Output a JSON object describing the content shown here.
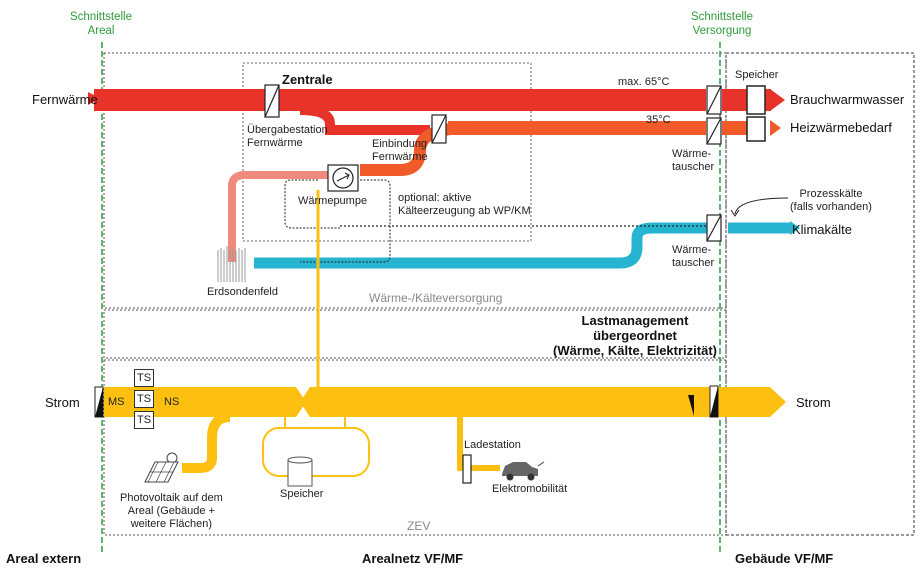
{
  "interfaces": {
    "areal": "Schnittstelle\nAreal",
    "versorgung": "Schnittstelle\nVersorgung"
  },
  "zones": {
    "areal_extern": "Areal extern",
    "arealnetz": "Arealnetz VF/MF",
    "gebaeude": "Gebäude VF/MF"
  },
  "heat": {
    "fernwaerme": "Fernwärme",
    "zentrale": "Zentrale",
    "uebergabestation": "Übergabestation\nFernwärme",
    "einbindung": "Einbindung\nFernwärme",
    "waermepumpe": "Wärmepumpe",
    "optional_note": "optional: aktive\nKälteerzeugung ab WP/KM",
    "erdsondenfeld": "Erdsondenfeld",
    "section_label": "Wärme-/Kälteversorgung",
    "temp_max": "max. 65°C",
    "temp_35": "35°C",
    "waermetauscher_1": "Wärme-\ntauscher",
    "waermetauscher_2": "Wärme-\ntauscher",
    "speicher": "Speicher",
    "brauchwarmwasser": "Brauchwarmwasser",
    "heizwaermebedarf": "Heizwärmebedarf",
    "prozesskaelte": "Prozesskälte\n(falls vorhanden)",
    "klimakaelte": "Klimakälte"
  },
  "lastmanagement": "Lastmanagement\nübergeordnet\n(Wärme, Kälte, Elektrizität)",
  "power": {
    "strom_in": "Strom",
    "ms": "MS",
    "ns": "NS",
    "ts": [
      "TS",
      "TS",
      "TS"
    ],
    "photovoltaik": "Photovoltaik auf dem\nAreal (Gebäude +\nweitere Flächen)",
    "speicher": "Speicher",
    "ladestation": "Ladestation",
    "elektromobilitaet": "Elektromobilität",
    "strom_out": "Strom",
    "zev": "ZEV"
  },
  "colors": {
    "red": "#e8332a",
    "orange": "#f15a29",
    "salmon": "#ef8a7d",
    "cyan": "#27b4d0",
    "yellow": "#fdc010",
    "green": "#2e9b3a"
  }
}
